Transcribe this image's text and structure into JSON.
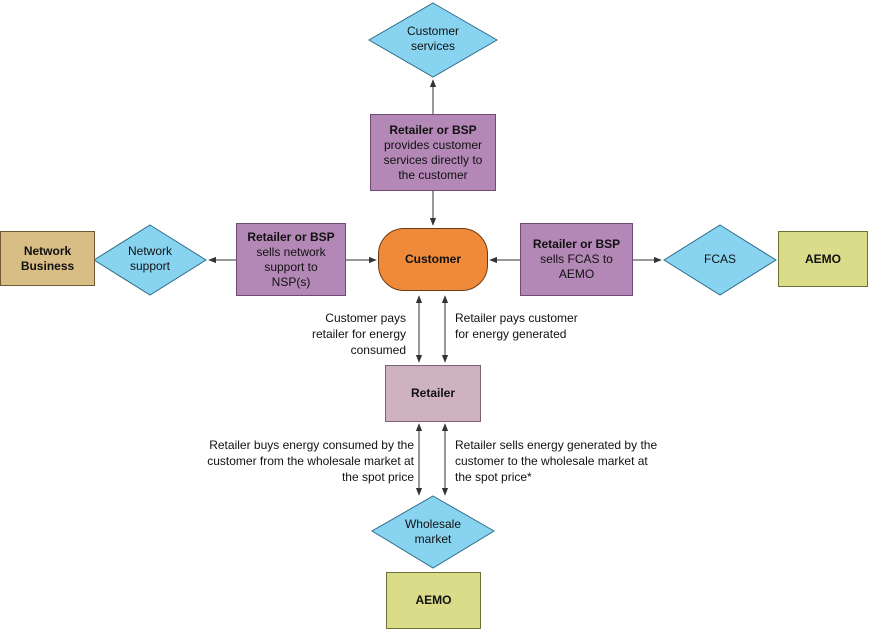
{
  "nodes": {
    "customer_services": "Customer services",
    "retailer_bsp_top": {
      "title": "Retailer or BSP",
      "desc": "provides customer services directly to the customer"
    },
    "network_business": "Network Business",
    "network_support": "Network support",
    "retailer_bsp_left": {
      "title": "Retailer or BSP",
      "desc": "sells network support to NSP(s)"
    },
    "customer": "Customer",
    "retailer_bsp_right": {
      "title": "Retailer or BSP",
      "desc": "sells FCAS to AEMO"
    },
    "fcas": "FCAS",
    "aemo_right": "AEMO",
    "retailer": "Retailer",
    "wholesale_market": "Wholesale market",
    "aemo_bottom": "AEMO"
  },
  "edge_labels": {
    "customer_pays": "Customer pays retailer for energy consumed",
    "retailer_pays": "Retailer pays customer for energy generated",
    "retailer_buys": "Retailer buys energy consumed by the customer from the wholesale market at the spot price",
    "retailer_sells": "Retailer sells energy generated by the customer to the wholesale market at the spot price*"
  },
  "colors": {
    "diamond_fill": "#88d3f0",
    "diamond_stroke": "#2e6f8c",
    "arrow": "#333333"
  }
}
